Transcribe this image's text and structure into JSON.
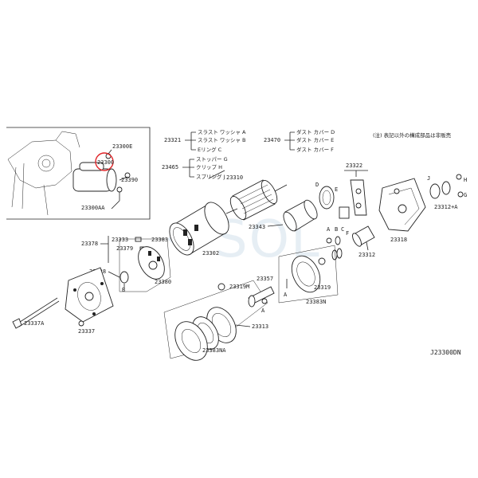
{
  "diagram_code": "J23300DN",
  "note": "(注) 表記以外の構成部品は非販売",
  "watermark": "SOL",
  "parts": {
    "p23300E": "23300E",
    "p23300": "23300",
    "p23390": "23390",
    "p23300AA": "23300AA",
    "p23321": "23321",
    "p23465": "23465",
    "p23470": "23470",
    "p23310": "23310",
    "p23322": "23322",
    "p23343": "23343",
    "p23312": "23312",
    "p23318": "23318",
    "p23312A": "23312+A",
    "p23378": "23378",
    "p23333": "23333",
    "p23383": "23383",
    "p23379": "23379",
    "p23302": "23302",
    "p23380": "23380",
    "p23338": "23338",
    "p23337A": "23337A",
    "p23337": "23337",
    "p23319M": "23319M",
    "p23357": "23357",
    "p23319": "23319",
    "p23383N": "23383N",
    "p23313": "23313",
    "p23383NA": "23383NA"
  },
  "sub23321": [
    "スラスト ワッシャ A",
    "スラスト ワッシャ B",
    "Eリング C"
  ],
  "sub23465": [
    "ストッパー G",
    "クリップ H",
    "スプリング J"
  ],
  "sub23470": [
    "ダスト カバー D",
    "ダスト カバー E",
    "ダスト カバー F"
  ],
  "letters": {
    "A": "A",
    "B": "B",
    "C": "C",
    "D": "D",
    "E": "E",
    "F": "F",
    "G": "G",
    "H": "H",
    "J": "J"
  },
  "colors": {
    "line": "#222222",
    "highlight": "#e0262a",
    "watermark": "#d7e3ee"
  }
}
